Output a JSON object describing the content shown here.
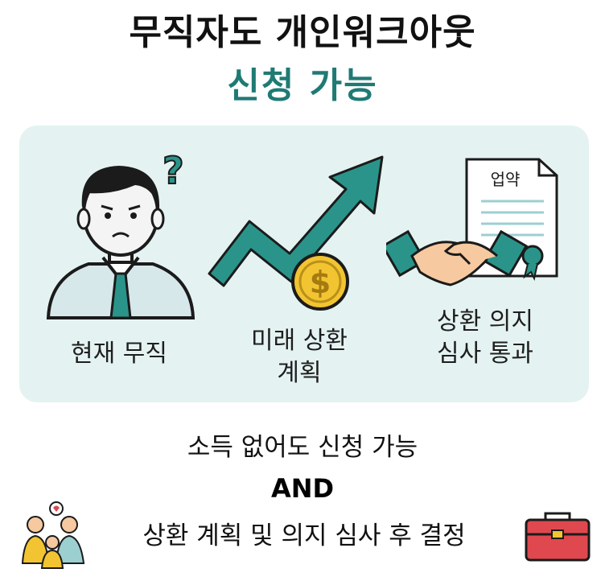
{
  "header": {
    "title_line1": "무직자도 개인워크아웃",
    "title_line2": "신청 가능",
    "accent_color": "#1f7a74"
  },
  "steps": [
    {
      "label_line1": "현재 무직",
      "label_line2": "",
      "icon": "confused-person-icon"
    },
    {
      "label_line1": "미래 상환",
      "label_line2": "계획",
      "icon": "rising-arrow-coin-icon"
    },
    {
      "label_line1": "상환 의지",
      "label_line2": "심사 통과",
      "icon": "handshake-contract-icon"
    }
  ],
  "contract": {
    "title": "업약"
  },
  "coin": {
    "symbol": "$"
  },
  "question_mark": "?",
  "footer": {
    "line1": "소득 없어도 신청 가능",
    "line2": "AND",
    "line3": "상환 계획 및 의지 심사 후 결정",
    "left_icon": "family-icon",
    "right_icon": "toolbox-icon"
  },
  "colors": {
    "panel": "#e4f3f1",
    "teal": "#2a948a",
    "coin": "#f2c431",
    "toolbox": "#e0484f"
  }
}
